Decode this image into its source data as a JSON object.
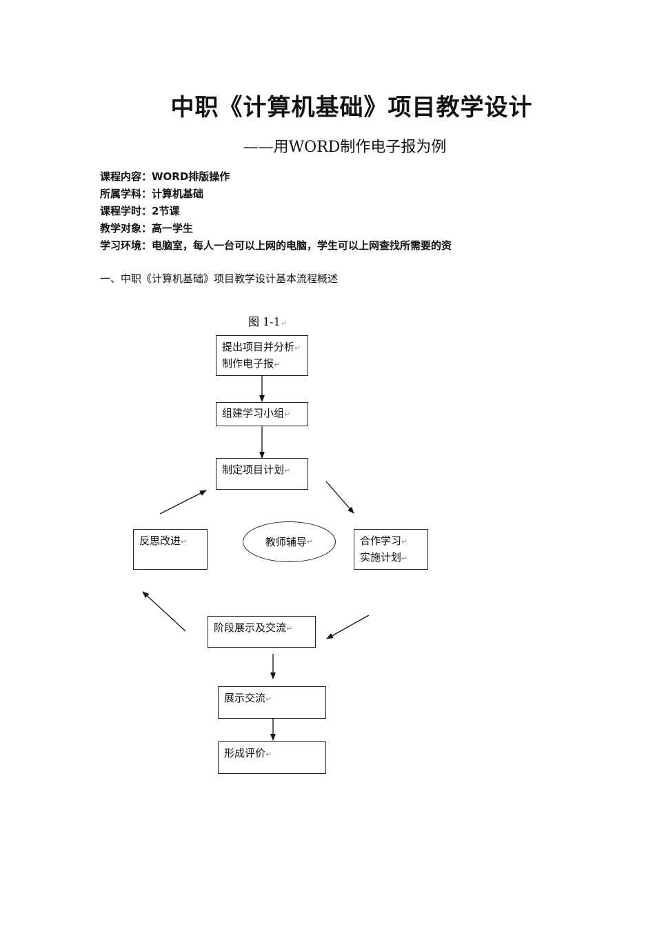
{
  "title": "中职《计算机基础》项目教学设计",
  "subtitle": "——用WORD制作电子报为例",
  "meta": [
    "课程内容：WORD排版操作",
    "所属学科：计算机基础",
    "课程学时：2节课",
    "教学对象：高一学生",
    "学习环境：电脑室，每人一台可以上网的电脑，学生可以上网查找所需要的资"
  ],
  "section_heading": "一、中职《计算机基础》项目教学设计基本流程概述",
  "figure_caption": "图 1-1",
  "flow": {
    "step1_line1": "提出项目并分析",
    "step1_line2": "制作电子报",
    "step2": "组建学习小组",
    "step3": "制定项目计划",
    "step4_line1": "合作学习",
    "step4_line2": "实施计划",
    "center": "教师辅导",
    "left": "反思改进",
    "step5": "阶段展示及交流",
    "step6": "展示交流",
    "step7": "形成评价"
  },
  "para_mark": "↵"
}
